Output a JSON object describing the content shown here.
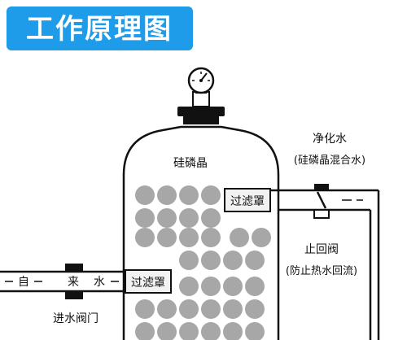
{
  "title": "工作原理图",
  "labels": {
    "tank_content": "硅磷晶",
    "outlet_name": "净化水",
    "outlet_note": "(硅磷晶混合水)",
    "inlet_chars": [
      "自",
      "来",
      "水"
    ],
    "filter_screen": "过滤罩",
    "check_valve": "止回阀",
    "check_valve_note": "(防止热水回流)",
    "inlet_valve": "进水阀门"
  },
  "colors": {
    "title_bg": "#1e9be9",
    "balls": "#a7a7a7",
    "outline": "#111111",
    "screen_bg": "#f2f2f2",
    "pipe_fill": "#ffffff"
  },
  "icons": {
    "gauge": "pressure-gauge-icon",
    "valve": "valve-icon"
  }
}
